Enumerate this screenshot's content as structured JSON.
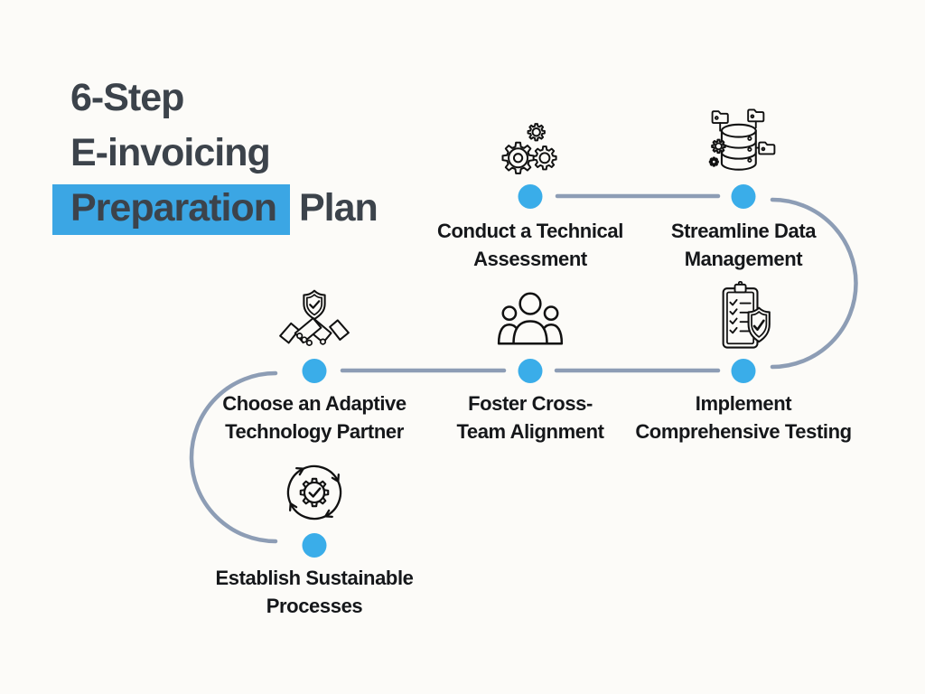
{
  "title": {
    "line1": "6-Step",
    "line2": "E-invoicing",
    "highlight": "Preparation",
    "suffix": "Plan"
  },
  "steps": [
    {
      "id": 1,
      "icon": "gears-icon",
      "label_line1": "Conduct a Technical",
      "label_line2": "Assessment"
    },
    {
      "id": 2,
      "icon": "database-icon",
      "label_line1": "Streamline Data",
      "label_line2": "Management"
    },
    {
      "id": 3,
      "icon": "handshake-shield-icon",
      "label_line1": "Choose an Adaptive",
      "label_line2": "Technology Partner"
    },
    {
      "id": 4,
      "icon": "team-icon",
      "label_line1": "Foster Cross-",
      "label_line2": "Team Alignment"
    },
    {
      "id": 5,
      "icon": "clipboard-shield-icon",
      "label_line1": "Implement",
      "label_line2": "Comprehensive Testing"
    },
    {
      "id": 6,
      "icon": "cycle-gear-icon",
      "label_line1": "Establish Sustainable",
      "label_line2": "Processes"
    }
  ],
  "colors": {
    "accent_blue": "#3AADE9",
    "highlight_blue": "#3BA6E4",
    "connector_gray": "#8D9DB5",
    "title_text": "#3C434B",
    "step_text": "#15171A",
    "icon_stroke": "#111111",
    "background": "#FCFBF8"
  }
}
